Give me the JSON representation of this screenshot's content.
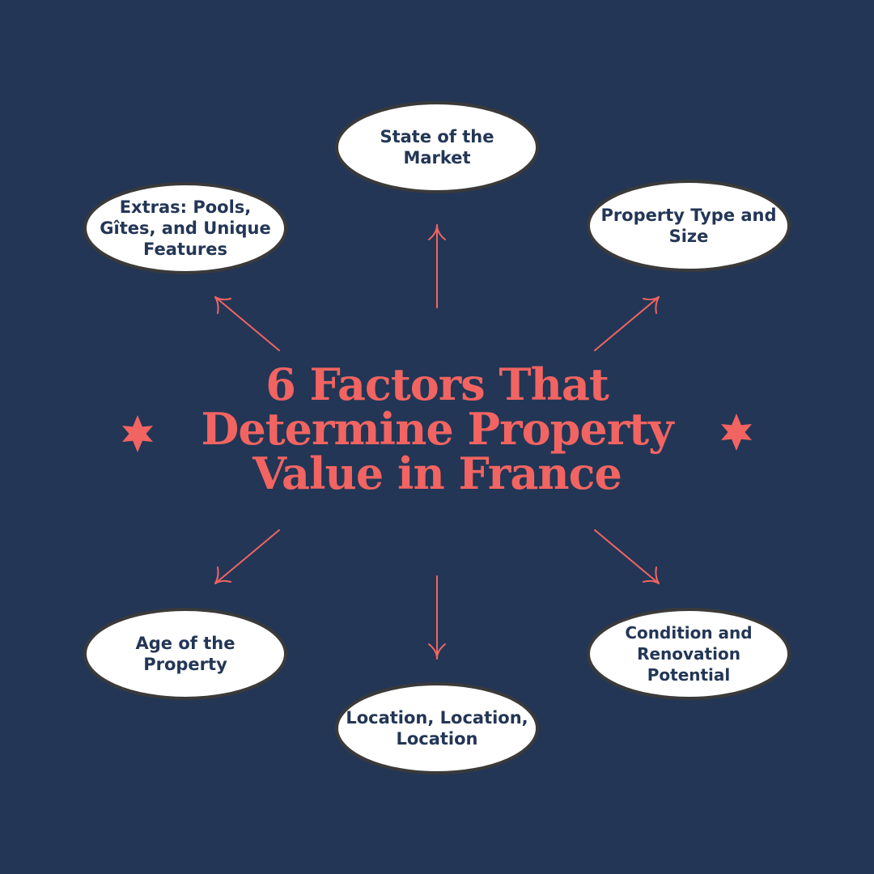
{
  "title": "6 Factors That Determine Property Value in France",
  "factors": [
    {
      "label": "State of the Market"
    },
    {
      "label": "Property Type and Size"
    },
    {
      "label": "Condition and Renovation Potential"
    },
    {
      "label": "Location, Location, Location"
    },
    {
      "label": "Age of the Property"
    },
    {
      "label": "Extras: Pools, Gîtes, and Unique Features"
    }
  ],
  "colors": {
    "background": "#233656",
    "accent": "#f26461",
    "node_fill": "#ffffff",
    "node_border": "#3a3a3a",
    "node_text": "#233656"
  },
  "icons": [
    "star-icon",
    "star-icon"
  ]
}
